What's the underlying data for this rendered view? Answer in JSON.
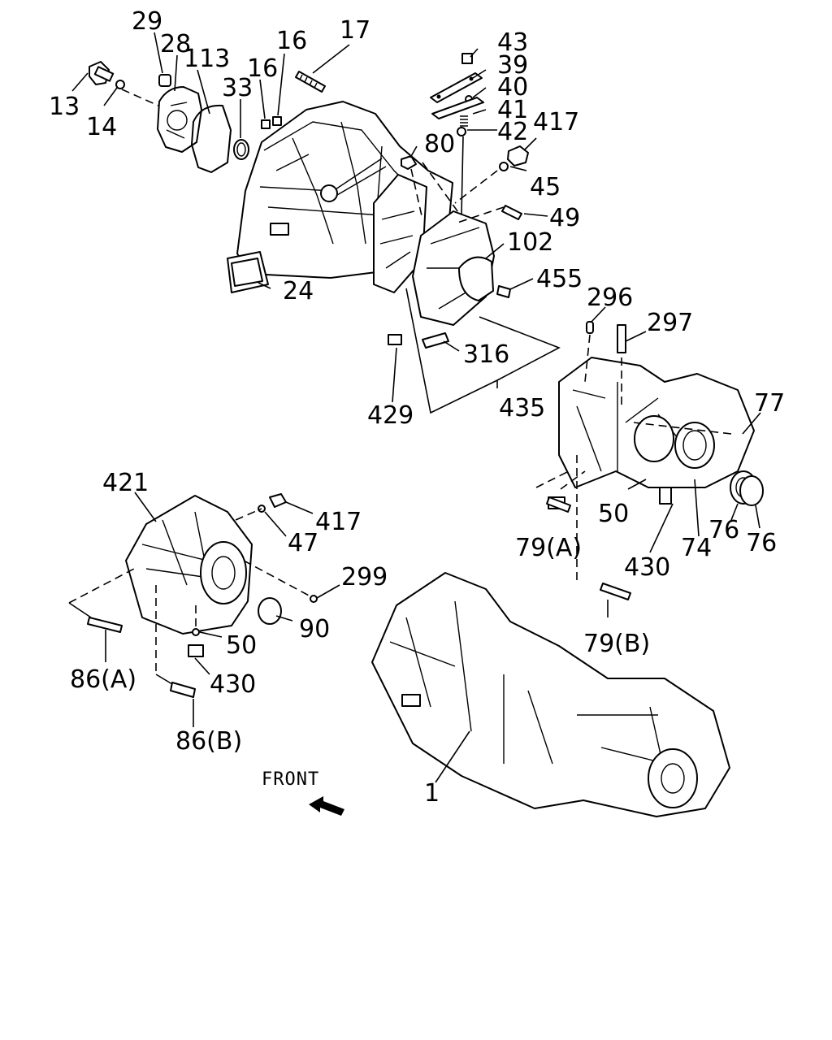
{
  "front_label": "FRONT",
  "callouts": [
    {
      "id": "c13",
      "text": "13"
    },
    {
      "id": "c14",
      "text": "14"
    },
    {
      "id": "c29",
      "text": "29"
    },
    {
      "id": "c28",
      "text": "28"
    },
    {
      "id": "c113",
      "text": "113"
    },
    {
      "id": "c33",
      "text": "33"
    },
    {
      "id": "c16a",
      "text": "16"
    },
    {
      "id": "c16b",
      "text": "16"
    },
    {
      "id": "c17",
      "text": "17"
    },
    {
      "id": "c43",
      "text": "43"
    },
    {
      "id": "c39",
      "text": "39"
    },
    {
      "id": "c40",
      "text": "40"
    },
    {
      "id": "c41",
      "text": "41"
    },
    {
      "id": "c42",
      "text": "42"
    },
    {
      "id": "c417a",
      "text": "417"
    },
    {
      "id": "c80",
      "text": "80"
    },
    {
      "id": "c45",
      "text": "45"
    },
    {
      "id": "c49",
      "text": "49"
    },
    {
      "id": "c102",
      "text": "102"
    },
    {
      "id": "c455",
      "text": "455"
    },
    {
      "id": "c24",
      "text": "24"
    },
    {
      "id": "c296",
      "text": "296"
    },
    {
      "id": "c297",
      "text": "297"
    },
    {
      "id": "c316",
      "text": "316"
    },
    {
      "id": "c429",
      "text": "429"
    },
    {
      "id": "c435",
      "text": "435"
    },
    {
      "id": "c77",
      "text": "77"
    },
    {
      "id": "c421",
      "text": "421"
    },
    {
      "id": "c417b",
      "text": "417"
    },
    {
      "id": "c47",
      "text": "47"
    },
    {
      "id": "c299",
      "text": "299"
    },
    {
      "id": "c50a",
      "text": "50"
    },
    {
      "id": "c79a",
      "text": "79(A)"
    },
    {
      "id": "c430a",
      "text": "430"
    },
    {
      "id": "c74",
      "text": "74"
    },
    {
      "id": "c76a",
      "text": "76"
    },
    {
      "id": "c76b",
      "text": "76"
    },
    {
      "id": "c90",
      "text": "90"
    },
    {
      "id": "c50b",
      "text": "50"
    },
    {
      "id": "c86a",
      "text": "86(A)"
    },
    {
      "id": "c430b",
      "text": "430"
    },
    {
      "id": "c86b",
      "text": "86(B)"
    },
    {
      "id": "c79b",
      "text": "79(B)"
    },
    {
      "id": "c1",
      "text": "1"
    }
  ]
}
